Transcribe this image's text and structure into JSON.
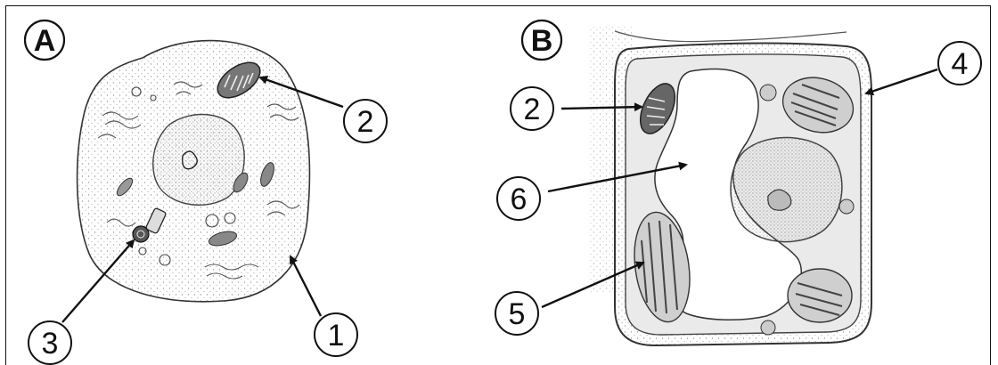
{
  "panels": {
    "animal": {
      "letter": "A"
    },
    "plant": {
      "letter": "B"
    }
  },
  "labels": {
    "animal_1": "1",
    "animal_2": "2",
    "animal_3": "3",
    "plant_2": "2",
    "plant_4": "4",
    "plant_5": "5",
    "plant_6": "6"
  }
}
